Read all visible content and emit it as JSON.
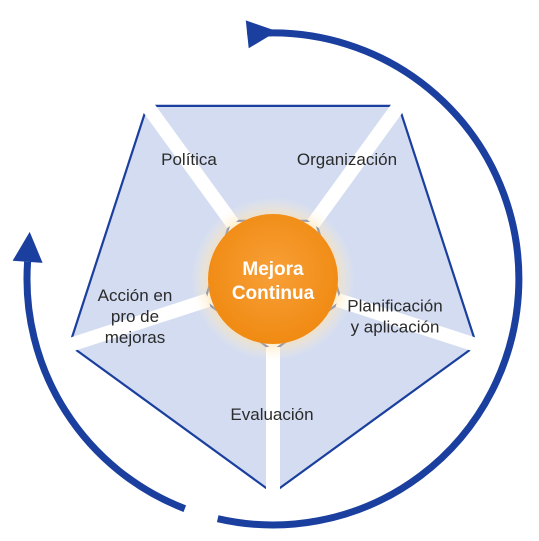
{
  "diagram": {
    "center_label": "Mejora\nContinua",
    "segments": [
      {
        "id": "politica",
        "label": "Política"
      },
      {
        "id": "organizacion",
        "label": "Organización"
      },
      {
        "id": "planificacion",
        "label": "Planificación\ny aplicación"
      },
      {
        "id": "evaluacion",
        "label": "Evaluación"
      },
      {
        "id": "accion",
        "label": "Acción en\npro de\nmejoras"
      }
    ],
    "colors": {
      "ring": "#1a3f9e",
      "segment_fill": "#d3dcf1",
      "segment_stroke": "#1a3f9e",
      "center_fill": "#f5901d",
      "center_glow": "#fde3b8",
      "gap": "#ffffff"
    }
  }
}
